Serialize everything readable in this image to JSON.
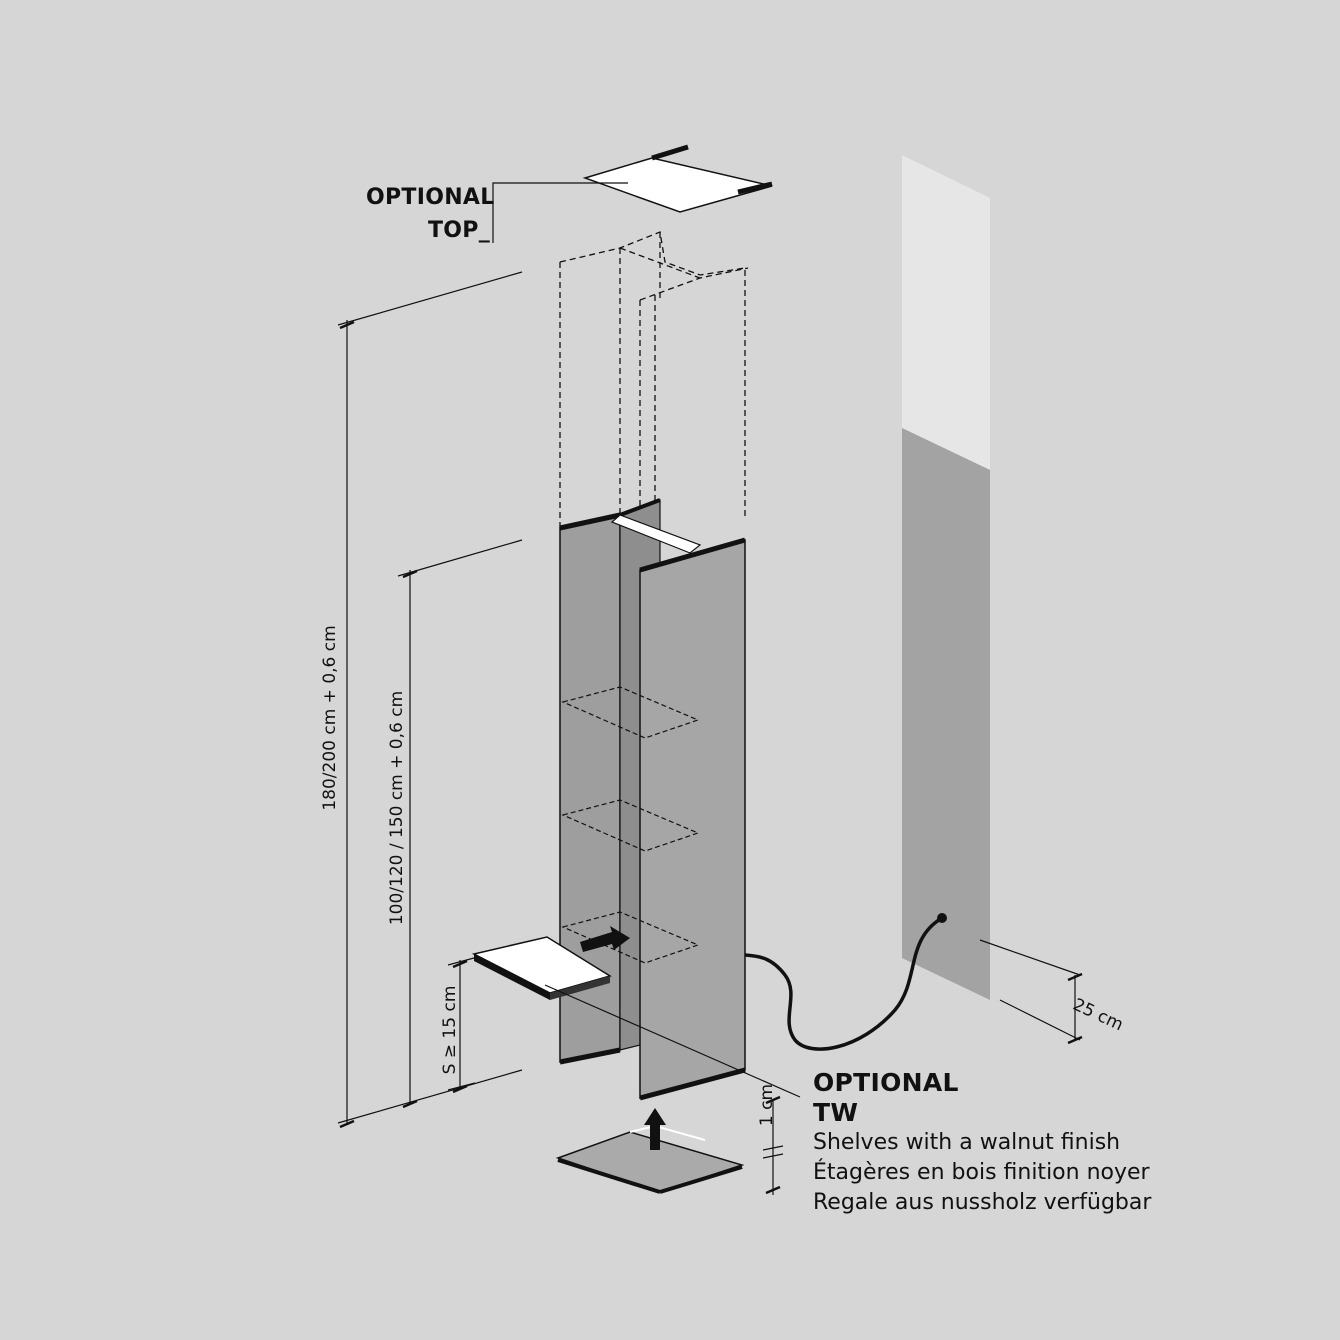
{
  "callouts": {
    "top_line1": "OPTIONAL",
    "top_line2": "TOP_",
    "tw_line1": "OPTIONAL",
    "tw_line2": "TW"
  },
  "description": [
    "Shelves with a walnut finish",
    "Étagères en bois finition noyer",
    "Regale aus nussholz verfügbar"
  ],
  "dimensions": {
    "total_height": "180/200 cm + 0,6 cm",
    "module_height": "100/120 / 150 cm + 0,6 cm",
    "seat_height": "S ≥ 15 cm",
    "base_gap": "1 cm",
    "socket_height": "25 cm"
  },
  "colors": {
    "background": "#d6d6d6",
    "panel": "#9e9e9e",
    "wall_upper": "#e6e6e6",
    "wall_lower": "#a3a3a3",
    "line": "#111111"
  }
}
